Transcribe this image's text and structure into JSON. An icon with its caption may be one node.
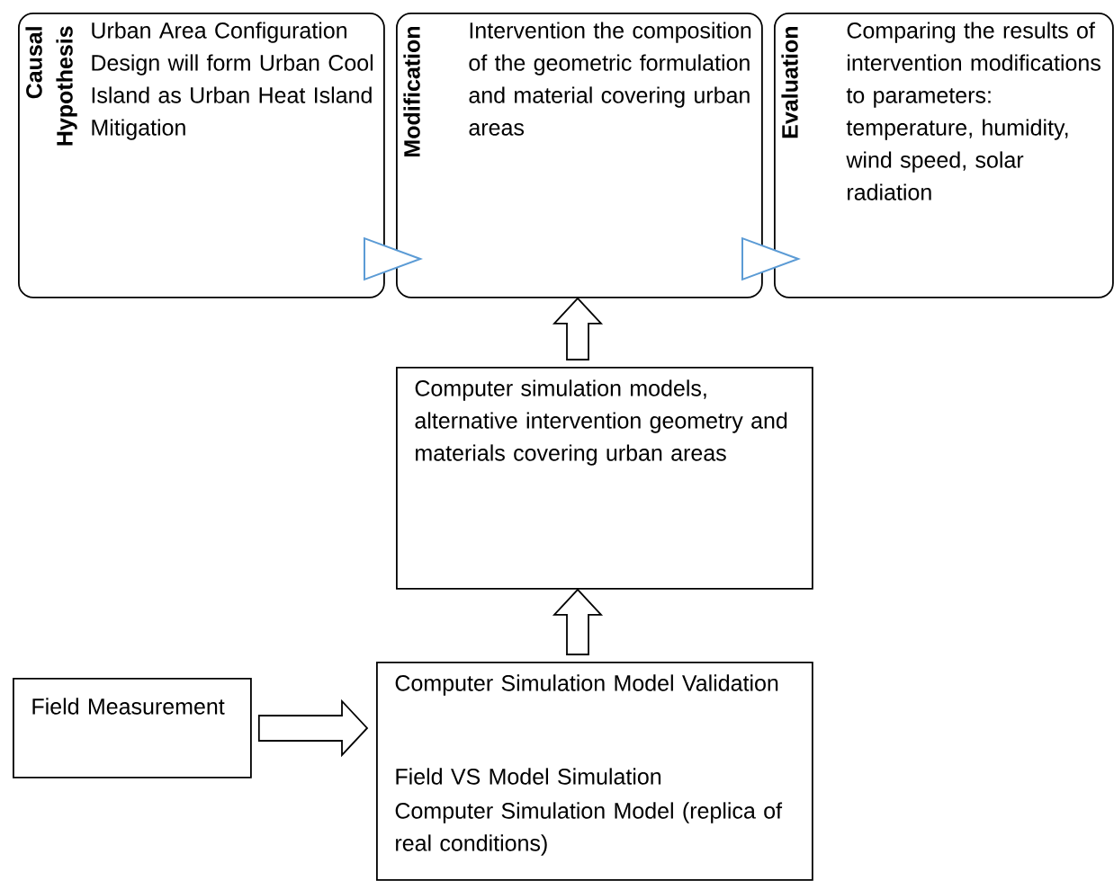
{
  "diagram": {
    "nodes": [
      {
        "text": [
          "Causal Hypothesis",
          "Urban Area Configuration Design will form Urban Cool Island as Urban Heat Island Mitigation"
        ]
      },
      {
        "text": [
          "Modification",
          "Intervention the composition of the geometric formulation and material covering urban areas"
        ]
      },
      {
        "text": [
          "Evaluation",
          "Comparing the results of intervention modifications to parameters: temperature, humidity, wind speed, solar radiation"
        ]
      },
      {
        "text": [
          "Computer simulation models, alternative intervention geometry and materials covering urban areas"
        ]
      },
      {
        "text": [
          "Field Measurement"
        ]
      },
      {
        "text": [
          "Computer Simulation Model Validation",
          "Field VS Model Simulation",
          "Computer Simulation Model (replica of real conditions)"
        ]
      }
    ],
    "edges": [
      {
        "from": 0,
        "to": 1,
        "arrow": "to",
        "color": "#5b9bd5"
      },
      {
        "from": 1,
        "to": 2,
        "arrow": "to",
        "color": "#5b9bd5"
      },
      {
        "from": 3,
        "to": 1,
        "arrow": "to"
      },
      {
        "from": 5,
        "to": 3,
        "arrow": "to"
      },
      {
        "from": 4,
        "to": 5,
        "arrow": "to"
      }
    ]
  }
}
